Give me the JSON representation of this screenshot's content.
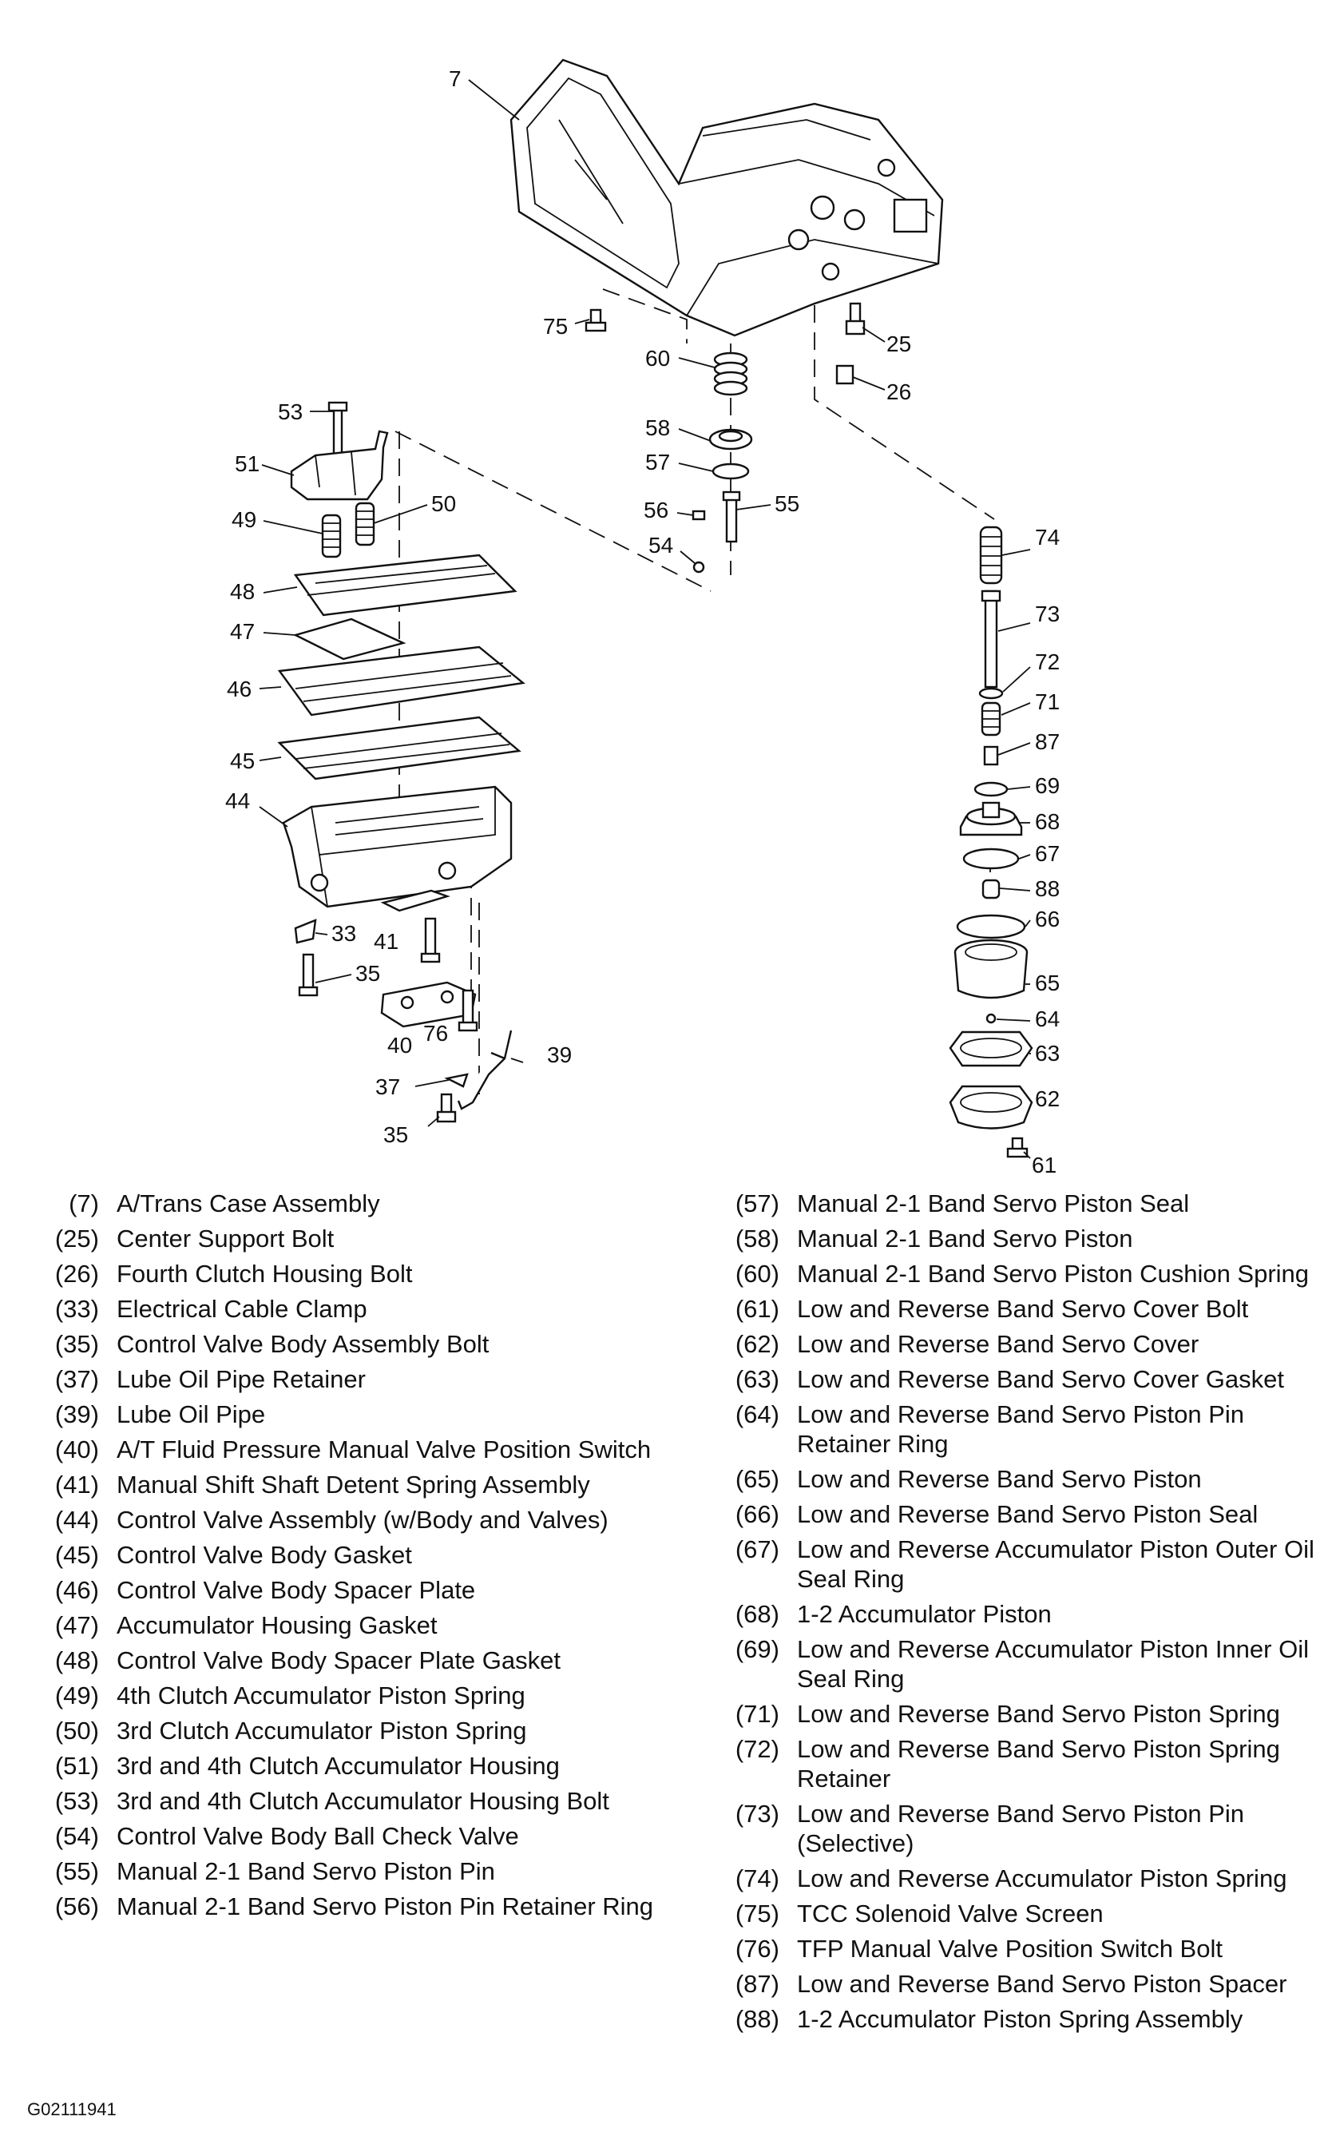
{
  "callouts": [
    "7",
    "25",
    "26",
    "33",
    "35",
    "35",
    "37",
    "39",
    "40",
    "41",
    "44",
    "45",
    "46",
    "47",
    "48",
    "49",
    "50",
    "51",
    "53",
    "54",
    "55",
    "56",
    "57",
    "58",
    "60",
    "61",
    "62",
    "63",
    "64",
    "65",
    "66",
    "67",
    "68",
    "69",
    "71",
    "72",
    "73",
    "74",
    "75",
    "76",
    "87",
    "88"
  ],
  "legend_left": [
    {
      "num": "(7)",
      "label": "A/Trans Case Assembly"
    },
    {
      "num": "(25)",
      "label": "Center Support Bolt"
    },
    {
      "num": "(26)",
      "label": "Fourth Clutch Housing Bolt"
    },
    {
      "num": "(33)",
      "label": "Electrical Cable Clamp"
    },
    {
      "num": "(35)",
      "label": "Control Valve Body Assembly Bolt"
    },
    {
      "num": "(37)",
      "label": "Lube Oil Pipe Retainer"
    },
    {
      "num": "(39)",
      "label": "Lube Oil Pipe"
    },
    {
      "num": "(40)",
      "label": "A/T Fluid Pressure Manual Valve Position Switch"
    },
    {
      "num": "(41)",
      "label": "Manual Shift Shaft Detent Spring Assembly"
    },
    {
      "num": "(44)",
      "label": "Control Valve Assembly (w/Body and Valves)"
    },
    {
      "num": "(45)",
      "label": "Control Valve Body Gasket"
    },
    {
      "num": "(46)",
      "label": "Control Valve Body Spacer Plate"
    },
    {
      "num": "(47)",
      "label": "Accumulator Housing Gasket"
    },
    {
      "num": "(48)",
      "label": "Control Valve Body Spacer Plate Gasket"
    },
    {
      "num": "(49)",
      "label": "4th Clutch Accumulator Piston Spring"
    },
    {
      "num": "(50)",
      "label": "3rd Clutch Accumulator Piston Spring"
    },
    {
      "num": "(51)",
      "label": "3rd and 4th Clutch Accumulator Housing"
    },
    {
      "num": "(53)",
      "label": "3rd and 4th Clutch Accumulator Housing Bolt"
    },
    {
      "num": "(54)",
      "label": "Control Valve Body Ball Check Valve"
    },
    {
      "num": "(55)",
      "label": "Manual 2-1 Band Servo Piston Pin"
    },
    {
      "num": "(56)",
      "label": "Manual 2-1 Band Servo Piston Pin Retainer Ring"
    }
  ],
  "legend_right": [
    {
      "num": "(57)",
      "label": "Manual 2-1 Band Servo Piston Seal"
    },
    {
      "num": "(58)",
      "label": "Manual 2-1 Band Servo Piston"
    },
    {
      "num": "(60)",
      "label": "Manual 2-1 Band Servo Piston Cushion Spring"
    },
    {
      "num": "(61)",
      "label": "Low and Reverse Band Servo Cover Bolt"
    },
    {
      "num": "(62)",
      "label": "Low and Reverse Band Servo Cover"
    },
    {
      "num": "(63)",
      "label": "Low and Reverse Band Servo Cover Gasket"
    },
    {
      "num": "(64)",
      "label": "Low and Reverse Band Servo Piston Pin Retainer Ring"
    },
    {
      "num": "(65)",
      "label": "Low and Reverse Band Servo Piston"
    },
    {
      "num": "(66)",
      "label": "Low and Reverse Band Servo Piston Seal"
    },
    {
      "num": "(67)",
      "label": "Low and Reverse Accumulator Piston Outer Oil Seal Ring"
    },
    {
      "num": "(68)",
      "label": "1-2 Accumulator Piston"
    },
    {
      "num": "(69)",
      "label": "Low and Reverse Accumulator Piston Inner Oil Seal Ring"
    },
    {
      "num": "(71)",
      "label": "Low and Reverse Band Servo Piston Spring"
    },
    {
      "num": "(72)",
      "label": "Low and Reverse Band Servo Piston Spring Retainer"
    },
    {
      "num": "(73)",
      "label": "Low and Reverse Band Servo Piston Pin (Selective)"
    },
    {
      "num": "(74)",
      "label": "Low and Reverse Accumulator Piston Spring"
    },
    {
      "num": "(75)",
      "label": "TCC Solenoid Valve Screen"
    },
    {
      "num": "(76)",
      "label": "TFP Manual Valve Position Switch Bolt"
    },
    {
      "num": "(87)",
      "label": "Low and Reverse Band Servo Piston Spacer"
    },
    {
      "num": "(88)",
      "label": "1-2 Accumulator Piston Spring Assembly"
    }
  ],
  "figure_id": "G02111941"
}
